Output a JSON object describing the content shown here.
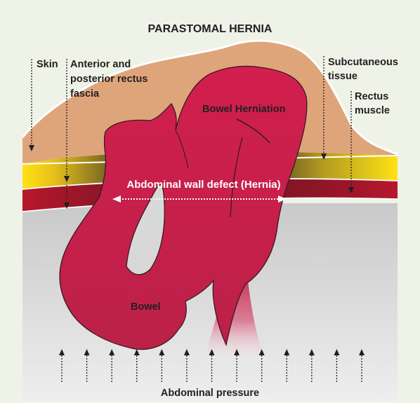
{
  "title": "PARASTOMAL HERNIA",
  "labels": {
    "skin": "Skin",
    "fascia": [
      "Anterior and",
      "posterior rectus",
      "fascia"
    ],
    "subcutaneous": [
      "Subcutaneous",
      "tissue"
    ],
    "rectus": [
      "Rectus",
      "muscle"
    ],
    "herniation": "Bowel Herniation",
    "defect": "Abdominal wall defect (Hernia)",
    "bowel": "Bowel",
    "pressure": "Abdominal pressure"
  },
  "colors": {
    "background": "#eef2e7",
    "skin": "#dfa57a",
    "subcutaneous": "#f7d117",
    "muscle": "#b0182c",
    "cavity": "#d2d2d2",
    "bowel": "#c4224c"
  },
  "pressure_arrow_count": 13
}
